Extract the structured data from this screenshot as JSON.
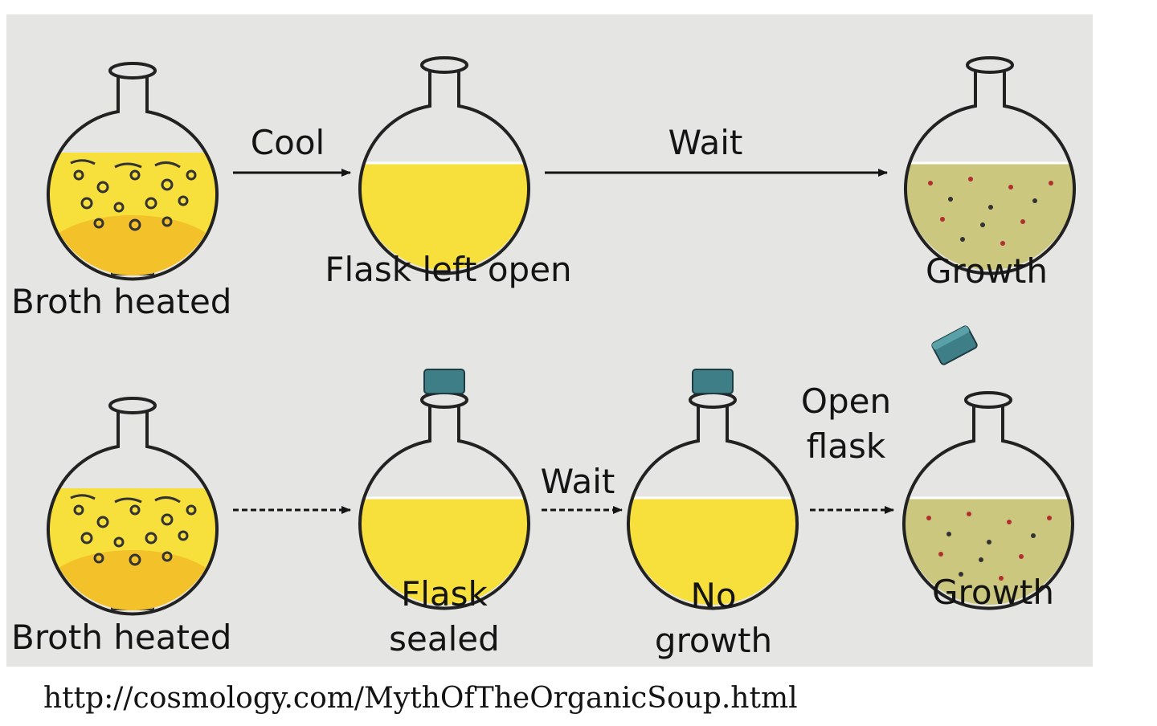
{
  "labels": {
    "top_step1": "Broth heated",
    "top_cool": "Cool",
    "top_step2": "Flask left open",
    "top_wait": "Wait",
    "top_step3": "Growth",
    "bottom_step1": "Broth heated",
    "bottom_step2_line1": "Flask",
    "bottom_step2_line2": "sealed",
    "bottom_wait": "Wait",
    "bottom_step3_line1": "No",
    "bottom_step3_line2": "growth",
    "bottom_open_line1": "Open",
    "bottom_open_line2": "flask",
    "bottom_step4": "Growth"
  },
  "source_url": "http://cosmology.com/MythOfTheOrganicSoup.html",
  "colors": {
    "background": "#e5e5e3",
    "broth": "#f7df3c",
    "broth_hot": "#f3c22a",
    "broth_growth": "#cbc77e",
    "stopper": "#3e7f87",
    "burner": "#8d8d8d",
    "ink": "#141414"
  }
}
